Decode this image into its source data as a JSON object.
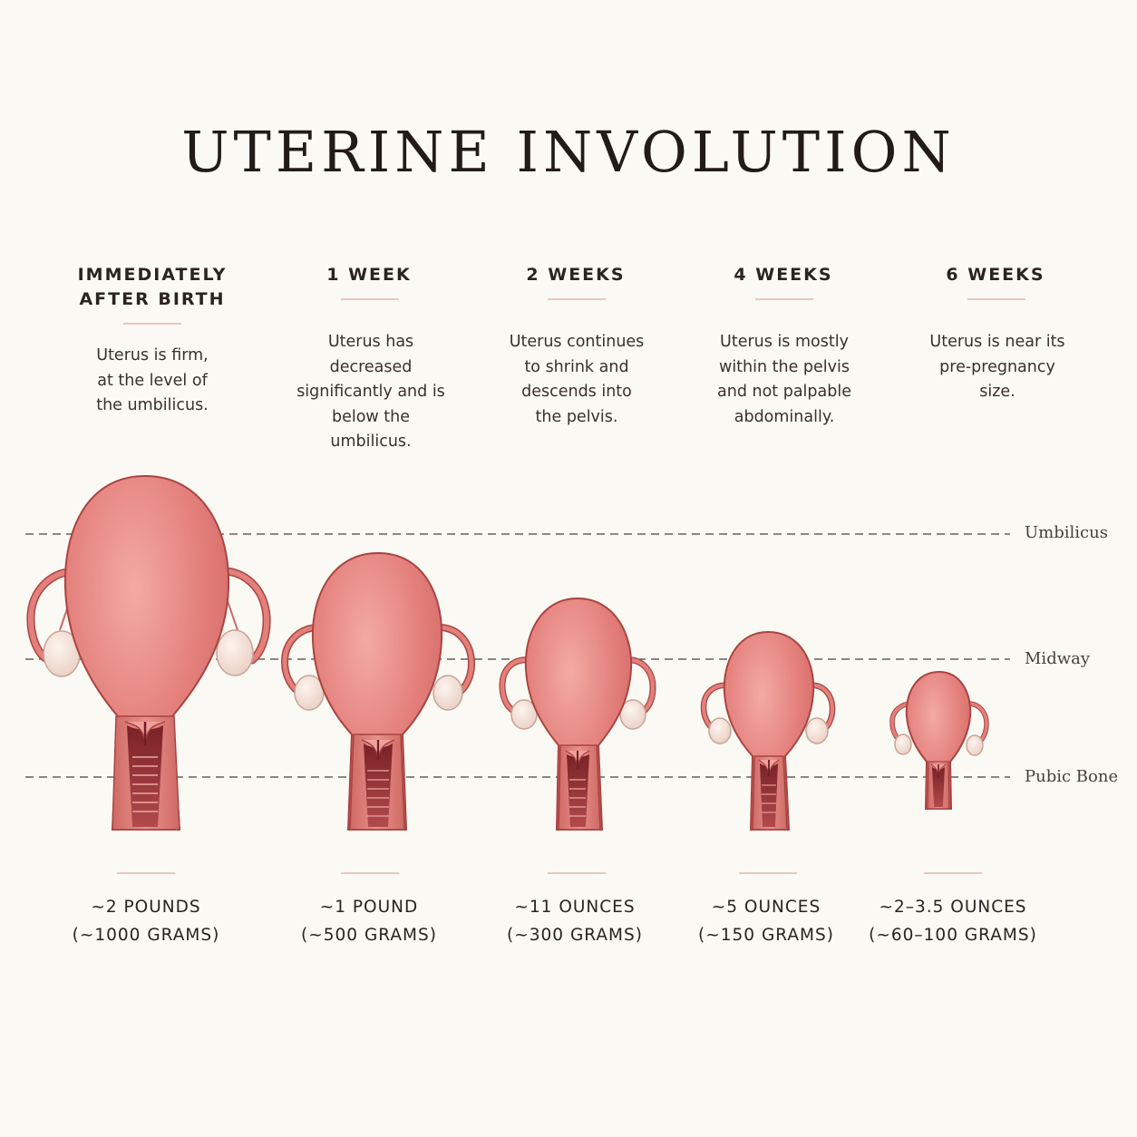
{
  "title": "UTERINE INVOLUTION",
  "levels": [
    {
      "label": "Umbilicus"
    },
    {
      "label": "Midway"
    },
    {
      "label": "Pubic Bone"
    }
  ],
  "stages": [
    {
      "heading_line1": "IMMEDIATELY",
      "heading_line2": "AFTER BIRTH",
      "desc": [
        "Uterus is firm,",
        "at the level of",
        "the umbilicus."
      ],
      "weight_line1": "~2 POUNDS",
      "weight_line2": "(~1000 GRAMS)"
    },
    {
      "heading_line1": "1 WEEK",
      "heading_line2": "",
      "desc": [
        "Uterus has",
        "decreased",
        "significantly and is",
        "below the",
        "umbilicus."
      ],
      "weight_line1": "~1 POUND",
      "weight_line2": "(~500 GRAMS)"
    },
    {
      "heading_line1": "2 WEEKS",
      "heading_line2": "",
      "desc": [
        "Uterus continues",
        "to shrink and",
        "descends into",
        "the pelvis."
      ],
      "weight_line1": "~11 OUNCES",
      "weight_line2": "(~300 GRAMS)"
    },
    {
      "heading_line1": "4 WEEKS",
      "heading_line2": "",
      "desc": [
        "Uterus is mostly",
        "within the pelvis",
        "and not palpable",
        "abdominally."
      ],
      "weight_line1": "~5 OUNCES",
      "weight_line2": "(~150 GRAMS)"
    },
    {
      "heading_line1": "6 WEEKS",
      "heading_line2": "",
      "desc": [
        "Uterus is near its",
        "pre-pregnancy",
        "size."
      ],
      "weight_line1": "~2–3.5 OUNCES",
      "weight_line2": "(~60–100 GRAMS)"
    }
  ],
  "colors": {
    "uterus_fill": "#e4807c",
    "uterus_highlight": "#f1a6a0",
    "uterus_outline": "#a84442",
    "canal_dark": "#8e2f31",
    "ovary": "#f3e3da",
    "rule": "#e6c9bf",
    "background": "#fbf9f3"
  }
}
